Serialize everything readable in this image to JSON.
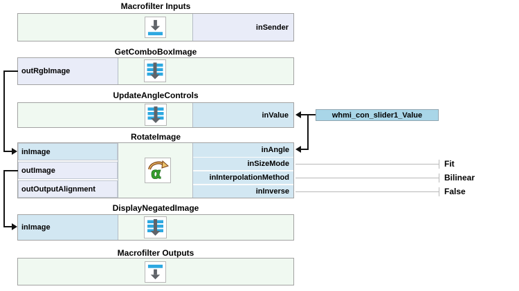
{
  "diagram_blocks": [
    {
      "title": "Macrofilter Inputs",
      "right_port": "inSender"
    },
    {
      "title": "GetComboBoxImage",
      "left_port": "outRgbImage"
    },
    {
      "title": "UpdateAngleControls",
      "right_port": "inValue"
    },
    {
      "title": "RotateImage",
      "left_ports": [
        "inImage",
        "outImage",
        "outOutputAlignment"
      ],
      "right_ports": [
        "inAngle",
        "inSizeMode",
        "inInterpolationMethod",
        "inInverse"
      ]
    },
    {
      "title": "DisplayNegatedImage",
      "left_port": "inImage"
    },
    {
      "title": "Macrofilter Outputs"
    }
  ],
  "property_values": {
    "in_size_mode": "Fit",
    "in_interpolation_method": "Bilinear",
    "in_inverse": "False"
  },
  "external_reference": {
    "label": "whmi_con_slider1_Value"
  },
  "icons": {
    "inputs": "macrofilter-inputs-icon",
    "outputs": "macrofilter-outputs-icon",
    "macrofilter": "macrofilter-icon",
    "rotate": "rotate-image-icon"
  },
  "colors": {
    "block_background_green": "#f0f9f1",
    "output_port_lavender": "#e9ecf8",
    "connected_port_blue": "#d2e7f2",
    "external_reference_blue": "#a9d6e8",
    "icon_blue": "#2da8e0",
    "icon_gray": "#5f6368",
    "connector_black": "#111111",
    "default_value_line_gray": "#b8b8b8",
    "block_border_gray": "#a2a2a2"
  }
}
